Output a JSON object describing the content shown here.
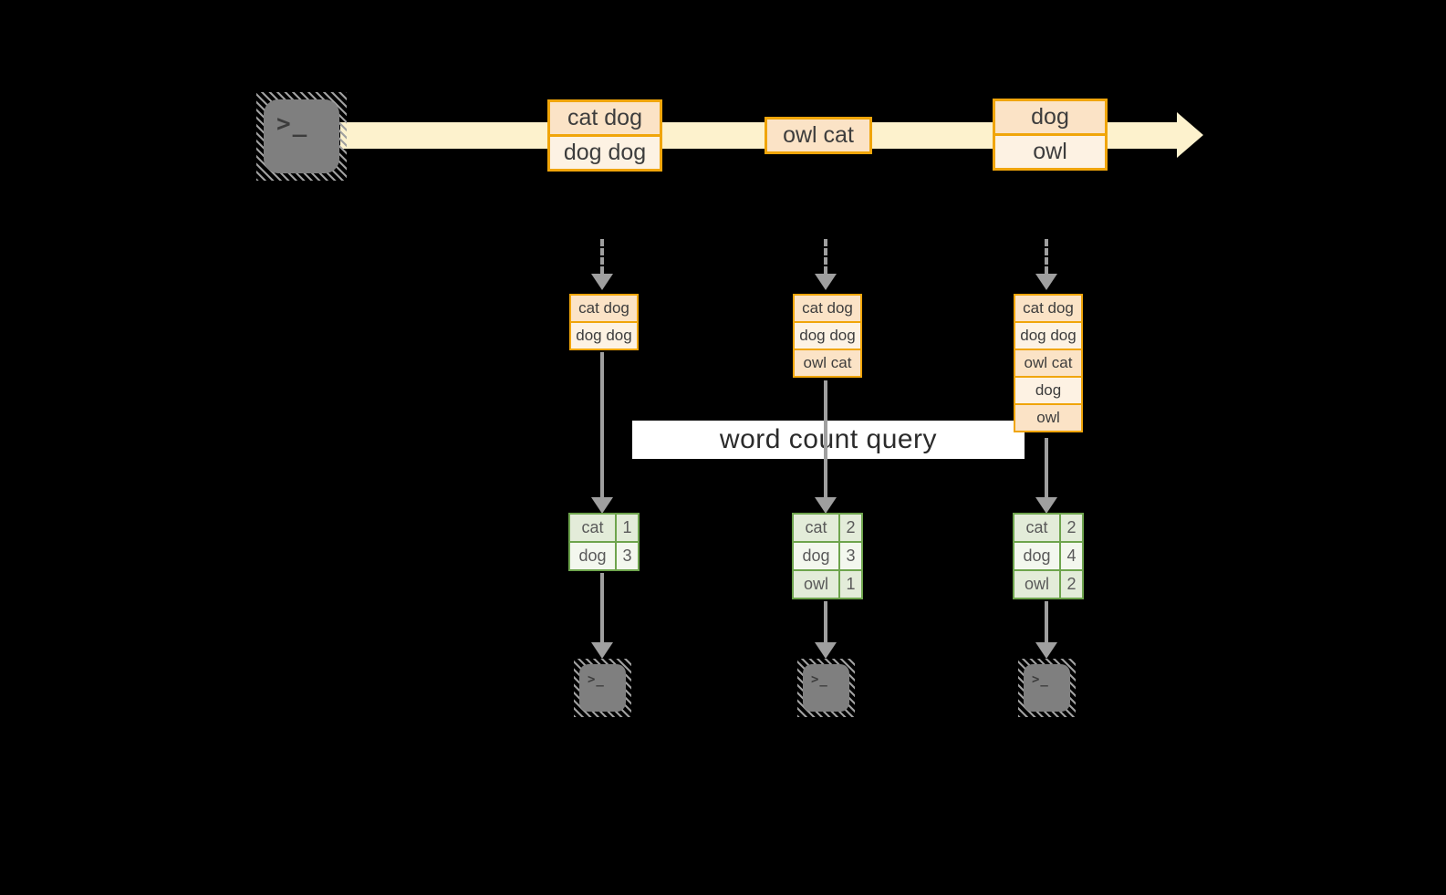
{
  "query_banner": "word count query",
  "terminal_prompt": ">_",
  "stream": {
    "events": [
      {
        "lines": [
          "cat dog",
          "dog dog"
        ]
      },
      {
        "lines": [
          "owl cat"
        ]
      },
      {
        "lines": [
          "dog",
          "owl"
        ]
      }
    ]
  },
  "columns": [
    {
      "input_batch": [
        "cat dog",
        "dog dog"
      ],
      "result": [
        {
          "word": "cat",
          "count": 1
        },
        {
          "word": "dog",
          "count": 3
        }
      ]
    },
    {
      "input_batch": [
        "cat dog",
        "dog dog",
        "owl cat"
      ],
      "result": [
        {
          "word": "cat",
          "count": 2
        },
        {
          "word": "dog",
          "count": 3
        },
        {
          "word": "owl",
          "count": 1
        }
      ]
    },
    {
      "input_batch": [
        "cat dog",
        "dog dog",
        "owl cat",
        "dog",
        "owl"
      ],
      "result": [
        {
          "word": "cat",
          "count": 2
        },
        {
          "word": "dog",
          "count": 4
        },
        {
          "word": "owl",
          "count": 2
        }
      ]
    }
  ],
  "colors": {
    "background": "#000000",
    "stream_band": "#fdf2cd",
    "box_border": "#f0a50a",
    "cell_dark": "#fbe3c6",
    "cell_light": "#fdf2e3",
    "table_border": "#6ea44d",
    "table_cell_dark": "#e3ecd9",
    "table_cell_light": "#f3f7ee",
    "arrow_gray": "#9f9f9f",
    "terminal_gray": "#7f7f7f",
    "banner_bg": "#ffffff",
    "text_dark": "#3d3d3d",
    "table_text": "#5a5a5a",
    "banner_text": "#2b2b2b"
  }
}
